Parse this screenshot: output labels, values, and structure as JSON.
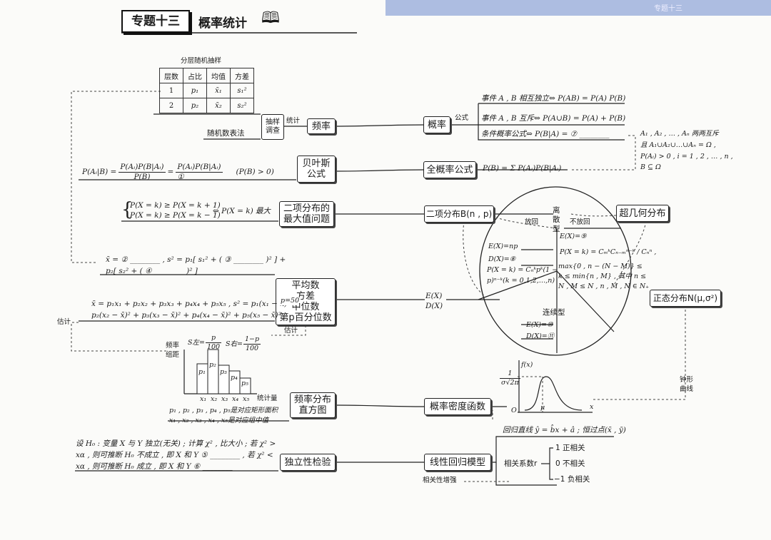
{
  "header": {
    "tag": "专题十三",
    "title": "概率统计",
    "top_right_text": "专题十三"
  },
  "strat_table": {
    "title": "分层随机抽样",
    "headers": [
      "层数",
      "占比",
      "均值",
      "方差"
    ],
    "rows": [
      [
        "1",
        "p₁",
        "x̄₁",
        "s₁²"
      ],
      [
        "2",
        "p₂",
        "x̄₂",
        "s₂²"
      ]
    ]
  },
  "left": {
    "random_number_method": "随机数表法",
    "sampling_survey": "抽样\n调查",
    "estimate_label": "统计",
    "bayes_formula_lhs": "P(Aᵢ|B) =",
    "bayes_frac1_num": "P(Aᵢ)P(B|Aᵢ)",
    "bayes_frac1_den": "P(B)",
    "bayes_eq": "=",
    "bayes_frac2_num": "P(Aᵢ)P(B|Aᵢ)",
    "bayes_frac2_den": "①",
    "bayes_condition": "(P(B) > 0)",
    "binom_max_line1": "P(X = k) ≥ P(X = k + 1)",
    "binom_max_line2": "P(X = k) ≥ P(X = k − 1)",
    "binom_max_result": "⇔ P(X = k) 最大",
    "mean_var_line1": "x̄ = ② ________ , s² = p₁[ s₁² + ( ③ ________ )² ] +",
    "mean_var_line2": "p₂[ s₂² + ( ④ ________ )² ]",
    "mean_formula_line1": "x̄ = p₁x₁ + p₂x₂ + p₃x₃ + p₄x₄ + p₅x₅ , s² = p₁(x₁ − x̄)² +",
    "mean_formula_line2": "p₂(x₂ − x̄)² + p₃(x₃ − x̄)² + p₄(x₄ − x̄)² + p₅(x₅ − x̄)²",
    "p50": "p=50",
    "estimate_left": "估计",
    "estimate_mid": "估计",
    "hist_ylabel": "频率\n组距",
    "hist_s_left": "S左=",
    "hist_s_left_num": "p",
    "hist_s_left_den": "100",
    "hist_s_right": "S右=",
    "hist_s_right_num": "1−p",
    "hist_s_right_den": "100",
    "hist_bars": [
      "p₁",
      "p₂",
      "p₃",
      "p₄",
      "p₅"
    ],
    "hist_xticks": [
      "x₁",
      "x₂",
      "x₃",
      "x₄",
      "x₅"
    ],
    "hist_xlabel": "统计量",
    "hist_note1": "p₁ , p₂ , p₃ , p₄ , p₅是对应矩形面积",
    "hist_note2": "x₁ , x₂ , x₃ , x₄ , x₅是对应组中值",
    "indep_line1": "设 H₀ : 变量 X 与 Y 独立(无关) ; 计算 χ² , 比大小 ; 若 χ² >",
    "indep_line2": "xα , 则可推断 H₀ 不成立 , 即 X 和 Y ⑤ ________ , 若 χ² <",
    "indep_line3": "xα , 则可推断 H₀ 成立 , 即 X 和 Y ⑥ ________"
  },
  "boxes": {
    "freq": "频率",
    "bayes": "贝叶斯\n公式",
    "binom_max": "二项分布的\n最大值问题",
    "stats": "平均数\n方差\n中位数\n第p百分位数",
    "histogram": "频率分布\n直方图",
    "indep": "独立性检验",
    "prob": "概率",
    "total_prob": "全概率公式",
    "binom_dist": "二项分布B(n , p)",
    "hypergeo": "超几何分布",
    "normal": "正态分布N(μ,σ²)",
    "density": "概率密度函数",
    "linreg": "线性回归模型"
  },
  "right": {
    "formula_label": "公式",
    "event1": "事件 A , B 相互独立⇔ P(AB) = P(A) P(B)",
    "event2": "事件 A , B 互斥⇔ P(A∪B) = P(A) + P(B)",
    "event3": "条件概率公式⇔ P(B|A) = ⑦ ________",
    "partition1": "A₁ , A₂ , … , Aₙ 两两互斥",
    "partition2": "且 A₁∪A₂∪…∪Aₙ = Ω ,",
    "partition3": "P(Aᵢ) > 0 , i = 1 , 2 , … , n ,",
    "partition4": "B ⊆ Ω",
    "total_prob_formula": "P(B) = Σ P(Aᵢ)P(B|Aᵢ)",
    "discrete": "离\n散\n型",
    "put_back": "放回",
    "no_put_back": "不放回",
    "binom_ex": "E(X)=np",
    "binom_var": "D(X)=⑧",
    "binom_pmf1": "P(X = k) = Cₙᵏpᵏ(1 −",
    "binom_pmf2": "p)ⁿ⁻ᵏ(k = 0,1,2,…,n)",
    "hyper_ex": "E(X)=⑨",
    "hyper_pmf": "P(X = k) = CₘᵏCₙ₋ₘⁿ⁻ᵏ / Cₙⁿ ,",
    "hyper_cond1": "max{0 , n − (N − M)} ≤",
    "hyper_cond2": "k ≤ min{n , M} , 其中 n ≤",
    "hyper_cond3": "N , M ≤ N , n , M , N ∈ N₊",
    "ex_dx": "E(X)\nD(X)",
    "continuous": "连续型",
    "cont_ex": "E(X)=⑩",
    "cont_var": "D(X)=⑪",
    "bell_label": "钟形\n曲线",
    "density_fx": "f(x)",
    "density_peak_num": "1",
    "density_peak_den": "σ√2π",
    "density_o": "O",
    "density_mu": "μ",
    "density_x": "x",
    "reg_line": "回归直线 ŷ = b̂x + â ; 恒过点(x̄ , ȳ)",
    "corr_label": "相关系数r",
    "corr_pos": "1  正相关",
    "corr_zero": "0  不相关",
    "corr_neg": "−1 负相关",
    "corr_strength": "相关性增强"
  }
}
